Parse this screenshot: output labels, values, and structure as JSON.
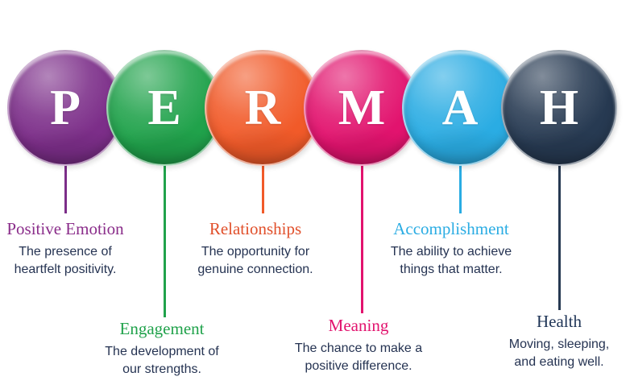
{
  "diagram": {
    "acronym": "PERMAH",
    "background_color": "#FFFFFF",
    "body_text_color": "#253352",
    "items": [
      {
        "letter": "P",
        "heading": "Positive Emotion",
        "heading_color": "#8A2D8A",
        "color": "#7C2E89",
        "desc_line1": "The presence of",
        "desc_line2": "heartfelt positivity."
      },
      {
        "letter": "E",
        "heading": "Engagement",
        "heading_color": "#20A24B",
        "color": "#20A24B",
        "desc_line1": "The development of",
        "desc_line2": "our strengths."
      },
      {
        "letter": "R",
        "heading": "Relationships",
        "heading_color": "#E1502B",
        "color": "#F15A29",
        "desc_line1": "The opportunity for",
        "desc_line2": "genuine connection."
      },
      {
        "letter": "M",
        "heading": "Meaning",
        "heading_color": "#E2136E",
        "color": "#E2136E",
        "desc_line1": "The chance to make a",
        "desc_line2": "positive difference."
      },
      {
        "letter": "A",
        "heading": "Accomplishment",
        "heading_color": "#2AACE3",
        "color": "#2AACE3",
        "desc_line1": "The ability to achieve",
        "desc_line2": "things that matter."
      },
      {
        "letter": "H",
        "heading": "Health",
        "heading_color": "#1E3456",
        "color": "#273A52",
        "desc_line1": "Moving, sleeping,",
        "desc_line2": "and eating well."
      }
    ]
  }
}
